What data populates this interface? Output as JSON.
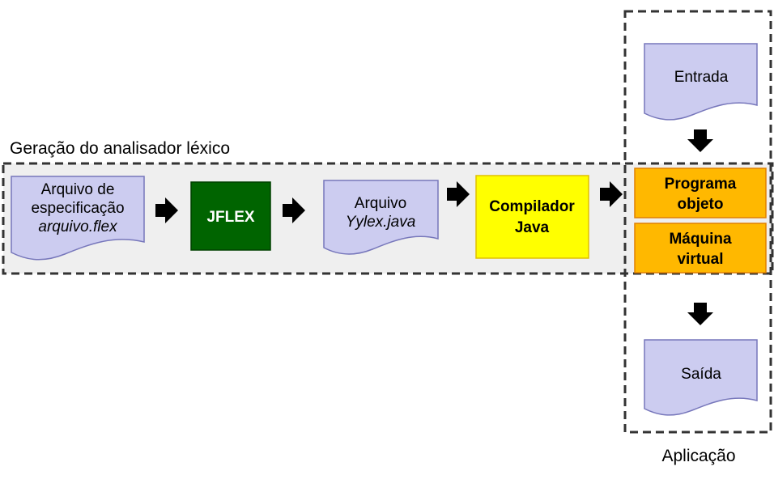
{
  "group_labels": {
    "generation": "Geração do analisador léxico",
    "application": "Aplicação"
  },
  "nodes": {
    "spec_file": {
      "line1": "Arquivo de",
      "line2": "especificação",
      "line3": "arquivo.flex"
    },
    "jflex": {
      "label": "JFLEX"
    },
    "java_file": {
      "line1": "Arquivo",
      "line2": "Yylex.java"
    },
    "compiler": {
      "line1": "Compilador",
      "line2": "Java"
    },
    "object_program": {
      "line1": "Programa",
      "line2": "objeto"
    },
    "virtual_machine": {
      "line1": "Máquina",
      "line2": "virtual"
    },
    "input": {
      "label": "Entrada"
    },
    "output": {
      "label": "Saída"
    }
  },
  "colors": {
    "document_fill": "#ccccf0",
    "document_stroke": "#7777bb",
    "jflex_fill": "#006400",
    "jflex_text": "#ffffff",
    "compiler_fill": "#ffff00",
    "compiler_stroke": "#e0c000",
    "runtime_fill": "#ffb800",
    "runtime_stroke": "#e08000",
    "band_fill": "#efefef",
    "arrow": "#000000"
  }
}
